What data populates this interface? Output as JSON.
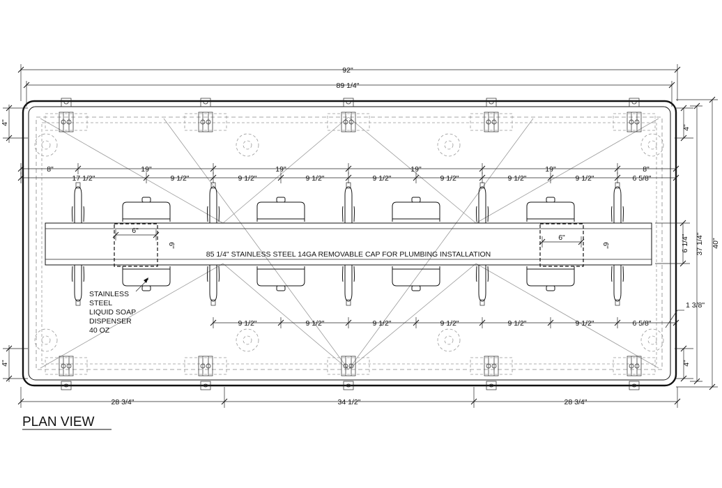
{
  "title": "PLAN VIEW",
  "dims": {
    "overall_width": "92\"",
    "inner_width": "89 1/4\"",
    "outer_height": "40\"",
    "inner_height": "37 1/4\"",
    "cap_depth": "6 1/4\"",
    "edge_offset": "1 3/8\"",
    "leg_offset_tl": "4\"",
    "leg_offset_bl": "4\"",
    "leg_offset_tr": "4\"",
    "leg_offset_br": "4\"",
    "bottom_left": "28 3/4\"",
    "bottom_mid": "34 1/2\"",
    "bottom_right": "28 3/4\"",
    "end_left": "8\"",
    "end_right": "8\"",
    "bowl_spacing": [
      "19\"",
      "19\"",
      "19\"",
      "19\""
    ],
    "top_first": "17 1/2\"",
    "top_last": "6 5/8\"",
    "faucet_spacing_top": [
      "9 1/2\"",
      "9 1/2\"",
      "9 1/2\"",
      "9 1/2\"",
      "9 1/2\"",
      "9 1/2\"",
      "9 1/2\""
    ],
    "faucet_spacing_bottom": [
      "9 1/2\"",
      "9 1/2\"",
      "9 1/2\"",
      "9 1/2\"",
      "9 1/2\"",
      "9 1/2\""
    ],
    "bottom_last": "6 5/8\"",
    "box_left_w": "6\"",
    "box_left_h": "6\"",
    "box_right_w": "6\"",
    "box_right_h": "6\""
  },
  "cap_label": "85 1/4\" STAINLESS STEEL 14GA REMOVABLE CAP FOR PLUMBING INSTALLATION",
  "soap_note": [
    "STAINLESS",
    "STEEL",
    "LIQUID SOAP",
    "DISPENSER",
    "40 OZ"
  ]
}
